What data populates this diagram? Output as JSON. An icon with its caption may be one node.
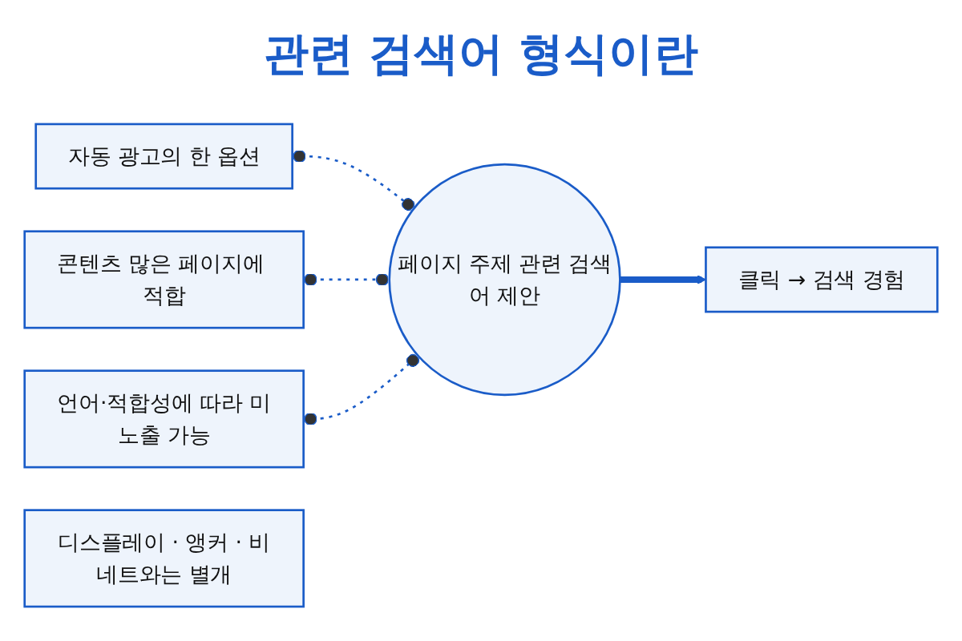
{
  "diagram": {
    "title": "관련 검색어 형식이란",
    "nodes": [
      {
        "text": [
          "자동 광고의 한 옵션"
        ]
      },
      {
        "text": [
          "콘텐츠 많은 페이지에 적합"
        ]
      },
      {
        "text": [
          "언어·적합성에 따라 미노출 가능"
        ]
      },
      {
        "text": [
          "페이지 주제 관련 검색어 제안"
        ]
      },
      {
        "text": [
          "클릭 → 검색 경험"
        ]
      },
      {
        "text": [
          "디스플레이 · 앵커 · 비네트와는 별개"
        ]
      }
    ],
    "edges": [
      {
        "from": 0,
        "to": 3,
        "arrow": "other",
        "style": "dashed"
      },
      {
        "from": 1,
        "to": 3,
        "arrow": "other",
        "style": "dashed"
      },
      {
        "from": 2,
        "to": 3,
        "arrow": "other",
        "style": "dashed"
      },
      {
        "from": 3,
        "to": 4,
        "arrow": "to",
        "style": "thick"
      }
    ]
  }
}
